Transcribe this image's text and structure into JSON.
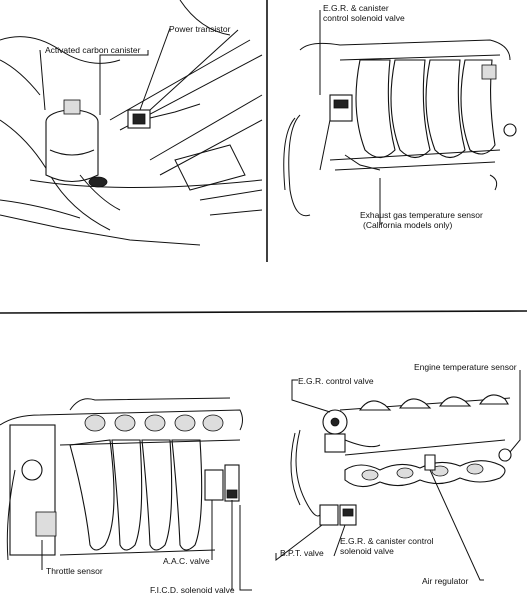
{
  "panels": {
    "top_left": {
      "labels": {
        "power_transistor": "Power transistor",
        "activated_carbon_canister": "Activated carbon canister"
      }
    },
    "top_right": {
      "labels": {
        "egr_canister_solenoid_line1": "E.G.R. & canister",
        "egr_canister_solenoid_line2": "control solenoid valve",
        "exhaust_temp_sensor_line1": "Exhaust gas temperature sensor",
        "exhaust_temp_sensor_line2": "(California models only)"
      }
    },
    "bottom_left": {
      "labels": {
        "throttle_sensor": "Throttle sensor",
        "aac_valve": "A.A.C. valve",
        "ficd_solenoid_valve": "F.I.C.D. solenoid valve"
      }
    },
    "bottom_right": {
      "labels": {
        "engine_temp_sensor": "Engine temperature sensor",
        "egr_control_valve": "E.G.R. control valve",
        "bpt_valve": "B.P.T. valve",
        "egr_canister_control_line1": "E.G.R. & canister control",
        "egr_canister_control_line2": "solenoid valve",
        "air_regulator": "Air regulator"
      }
    }
  }
}
